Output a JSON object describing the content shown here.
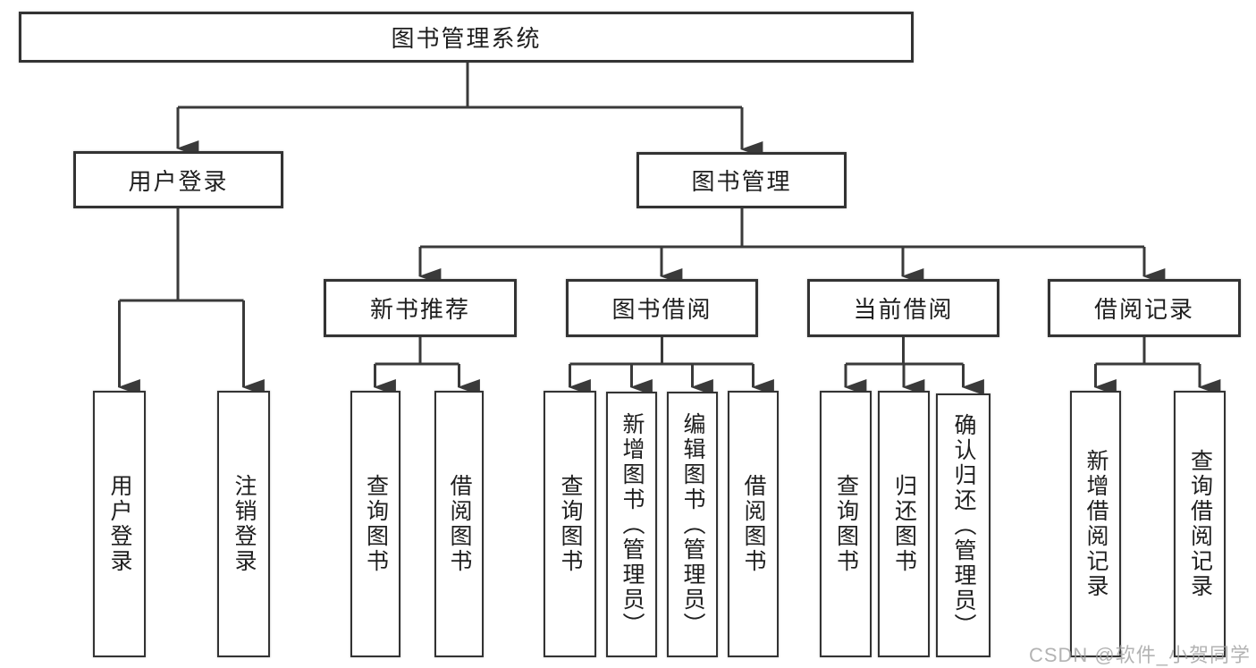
{
  "diagram": {
    "root": {
      "label": "图书管理系统"
    },
    "level1": [
      {
        "label": "用户登录",
        "leaves": [
          "用户登录",
          "注销登录"
        ]
      },
      {
        "label": "图书管理"
      }
    ],
    "level2": [
      {
        "label": "新书推荐",
        "leaves": [
          "查询图书",
          "借阅图书"
        ]
      },
      {
        "label": "图书借阅",
        "leaves": [
          "查询图书",
          "新增图书（管理员）",
          "编辑图书（管理员）",
          "借阅图书"
        ]
      },
      {
        "label": "当前借阅",
        "leaves": [
          "查询图书",
          "归还图书",
          "确认归还（管理员）"
        ]
      },
      {
        "label": "借阅记录",
        "leaves": [
          "新增借阅记录",
          "查询借阅记录"
        ]
      }
    ]
  },
  "watermark": {
    "text": "CSDN @软件_小贺同学"
  },
  "colors": {
    "line": "#3a3a3a",
    "box_border": "#333333",
    "text": "#1e1e1e",
    "watermark": "#9e9e9e",
    "background": "#ffffff"
  }
}
